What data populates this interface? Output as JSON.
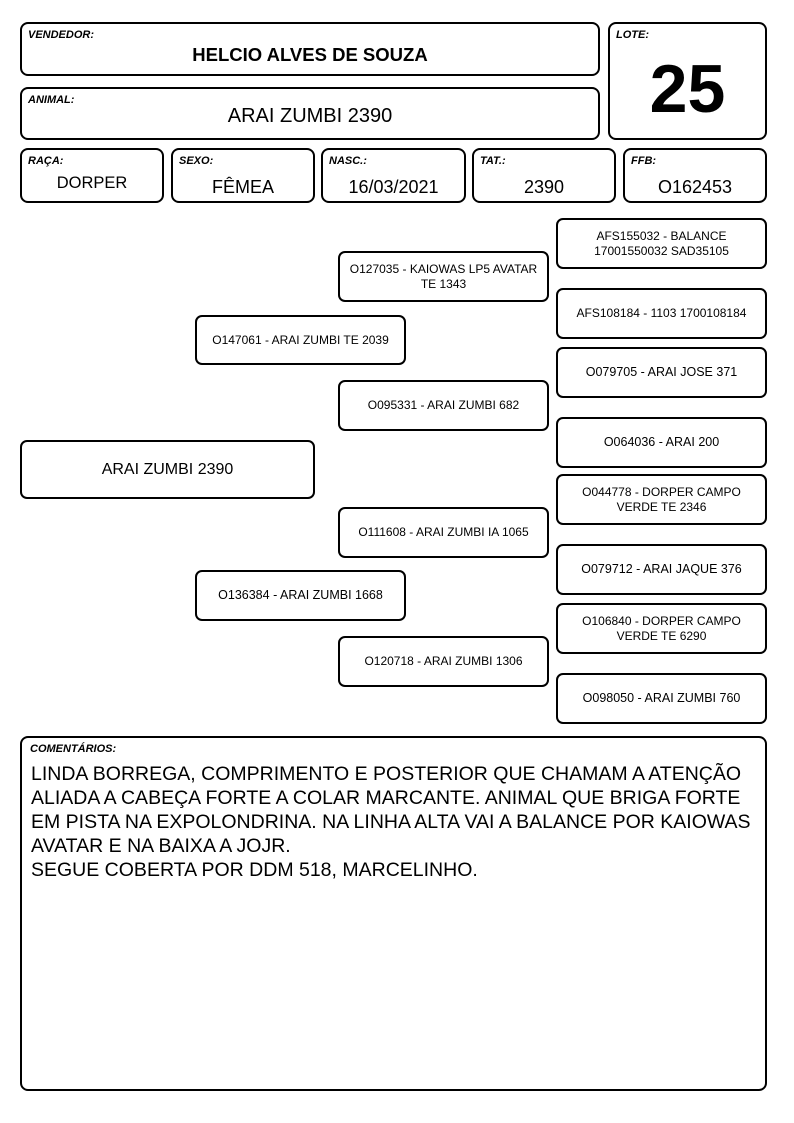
{
  "header": {
    "vendedor_label": "VENDEDOR:",
    "vendedor": "HELCIO ALVES DE SOUZA",
    "lote_label": "LOTE:",
    "lote": "25",
    "animal_label": "ANIMAL:",
    "animal": "ARAI ZUMBI 2390"
  },
  "info": {
    "raca_label": "RAÇA:",
    "raca": "DORPER",
    "sexo_label": "SEXO:",
    "sexo": "FÊMEA",
    "nasc_label": "NASC.:",
    "nasc": "16/03/2021",
    "tat_label": "TAT.:",
    "tat": "2390",
    "ffb_label": "FFB:",
    "ffb": "O162453"
  },
  "pedigree": {
    "animal": "ARAI ZUMBI 2390",
    "sire": "O147061 - ARAI ZUMBI TE 2039",
    "dam": "O136384 - ARAI ZUMBI 1668",
    "sire_sire": "O127035 - KAIOWAS LP5 AVATAR TE 1343",
    "sire_dam": "O095331 - ARAI ZUMBI 682",
    "dam_sire": "O111608 - ARAI ZUMBI IA 1065",
    "dam_dam": "O120718 - ARAI ZUMBI 1306",
    "ggp": [
      "AFS155032 - BALANCE 17001550032 SAD35105",
      "AFS108184 - 1103 1700108184",
      "O079705 - ARAI JOSE 371",
      "O064036 - ARAI 200",
      "O044778 - DORPER CAMPO VERDE TE 2346",
      "O079712 - ARAI JAQUE 376",
      "O106840 - DORPER CAMPO VERDE TE 6290",
      "O098050 - ARAI ZUMBI 760"
    ]
  },
  "comments": {
    "label": "COMENTÁRIOS:",
    "text": "LINDA BORREGA, COMPRIMENTO E POSTERIOR QUE CHAMAM A ATENÇÃO ALIADA A CABEÇA FORTE A COLAR MARCANTE. ANIMAL QUE BRIGA FORTE EM PISTA NA EXPOLONDRINA. NA LINHA ALTA VAI A BALANCE POR KAIOWAS AVATAR E NA BAIXA A JOJR.\nSEGUE COBERTA POR DDM 518, MARCELINHO."
  }
}
